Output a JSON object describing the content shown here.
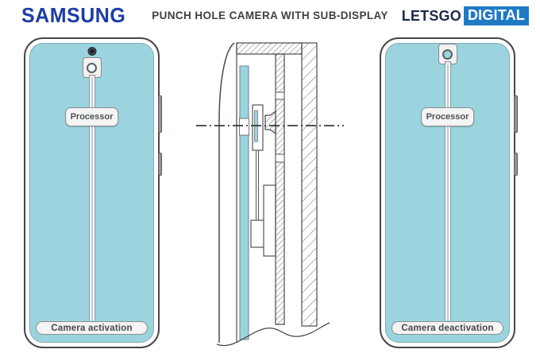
{
  "header": {
    "brand_logo": "SAMSUNG",
    "title": "PUNCH HOLE CAMERA WITH SUB-DISPLAY",
    "site_logo": {
      "part1": "LETSGO",
      "part2": "DIGITAL"
    }
  },
  "left_phone": {
    "processor_label": "Processor",
    "bottom_label": "Camera activation"
  },
  "right_phone": {
    "processor_label": "Processor",
    "bottom_label": "Camera deactivation"
  },
  "colors": {
    "screen_teal": "#9bd4de",
    "samsung_blue": "#1d3ca6",
    "letsgo_navy": "#1b2a4a",
    "digital_box_blue": "#1e7ac5",
    "title_gray": "#3f3f3f"
  }
}
